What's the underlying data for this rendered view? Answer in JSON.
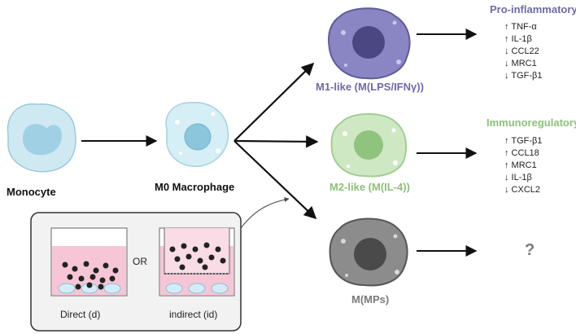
{
  "cells": {
    "monocyte": "Monocyte",
    "m0": "M0 Macrophage",
    "m1": "M1-like (M(LPS/IFNγ))",
    "m2": "M2-like (M(IL-4))",
    "mps": "M(MPs)"
  },
  "profiles": {
    "m1_title": "Pro-inflammatory",
    "m1_markers": [
      "↑ TNF-α",
      "↑ IL-1β",
      "↓ CCL22",
      "↓ MRC1",
      "↓ TGF-β1"
    ],
    "m2_title": "Immunoregulatory",
    "m2_markers": [
      "↑ TGF-β1",
      "↑ CCL18",
      "↑ MRC1",
      "↓ IL-1β",
      "↓ CXCL2"
    ],
    "mps_result": "?"
  },
  "inset": {
    "direct_label": "Direct (d)",
    "or_label": "OR",
    "indirect_label": "indirect (id)"
  },
  "colors": {
    "monocyte_fill": "#cfe9f3",
    "m0_fill": "#d6eef5",
    "m1_fill": "#8a86c4",
    "m2_fill": "#cfe8c4",
    "mps_fill": "#8c8c8c",
    "m1_text": "#6e6aa8",
    "m2_text": "#8cc07a",
    "mps_text": "#7a7a7a",
    "well_medium": "#f6c6d6"
  }
}
